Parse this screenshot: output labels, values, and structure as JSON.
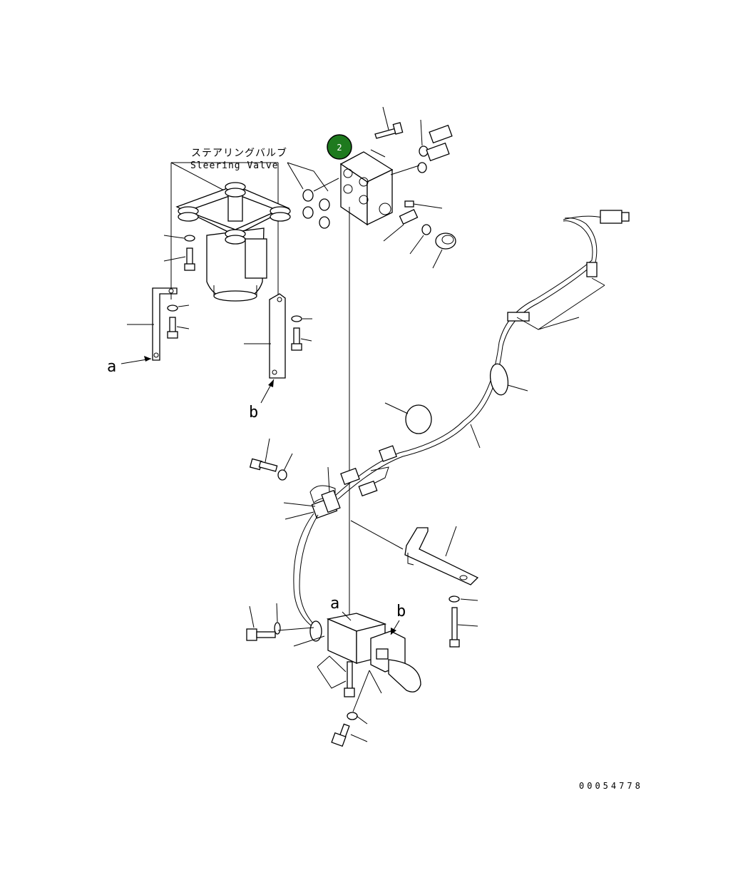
{
  "labels": {
    "valve_jp": "ステアリングバルブ",
    "valve_en": "Sleering Valve",
    "ref_a_left": "a",
    "ref_b_left": "b",
    "ref_a_bottom": "a",
    "ref_b_bottom": "b",
    "drawing_number": "00054778"
  },
  "callout": {
    "number": "2",
    "color": "#1e7a1e"
  }
}
